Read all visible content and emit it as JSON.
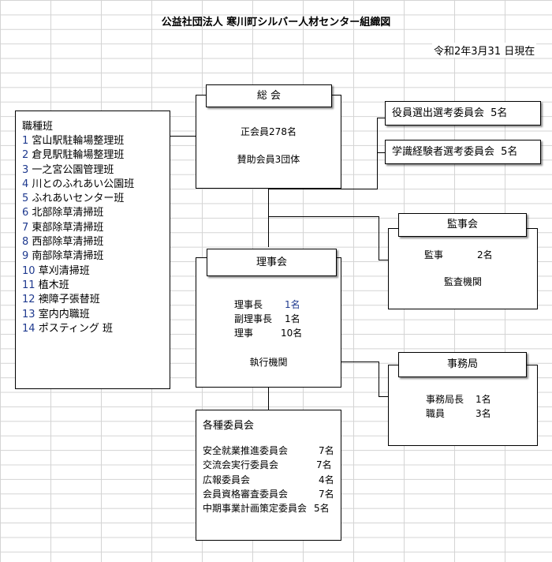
{
  "title": "公益社団法人 寒川町シルバー人材センター組織図",
  "date": "令和2年3月31 日現在",
  "general_meeting": {
    "label": "総 会",
    "members": "正会員278名",
    "supporting": "賛助会員3団体"
  },
  "committees_top": [
    {
      "name": "役員選出選考委員会",
      "count": "5名"
    },
    {
      "name": "学識経験者選考委員会",
      "count": "5名"
    }
  ],
  "auditors": {
    "label": "監事会",
    "role": "監事",
    "count": "2名",
    "organ": "監査機関"
  },
  "board": {
    "label": "理事会",
    "members": [
      {
        "role": "理事長",
        "count": "1名"
      },
      {
        "role": "副理事長",
        "count": "1名"
      },
      {
        "role": "理事",
        "count": "10名"
      }
    ],
    "organ": "執行機関"
  },
  "secretariat": {
    "label": "事務局",
    "members": [
      {
        "role": "事務局長",
        "count": "1名"
      },
      {
        "role": "職員",
        "count": "3名"
      }
    ]
  },
  "job_groups": {
    "heading": "職種班",
    "items": [
      {
        "num": "1",
        "name": "宮山駅駐輪場整理班"
      },
      {
        "num": "2",
        "name": "倉見駅駐輪場整理班"
      },
      {
        "num": "3",
        "name": "一之宮公園管理班"
      },
      {
        "num": "4",
        "name": "川とのふれあい公園班"
      },
      {
        "num": "5",
        "name": "ふれあいセンター班"
      },
      {
        "num": "6",
        "name": "北部除草清掃班"
      },
      {
        "num": "7",
        "name": "東部除草清掃班"
      },
      {
        "num": "8",
        "name": "西部除草清掃班"
      },
      {
        "num": "9",
        "name": "南部除草清掃班"
      },
      {
        "num": "10",
        "name": "草刈清掃班"
      },
      {
        "num": "11",
        "name": "植木班"
      },
      {
        "num": "12",
        "name": "襖障子張替班"
      },
      {
        "num": "13",
        "name": "室内内職班"
      },
      {
        "num": "14",
        "name": "ポスティング 班"
      }
    ]
  },
  "committees": {
    "heading": "各種委員会",
    "items": [
      {
        "name": "安全就業推進委員会",
        "count": "7名"
      },
      {
        "name": "交流会実行委員会",
        "count": "7名"
      },
      {
        "name": "広報委員会",
        "count": "4名"
      },
      {
        "name": "会員資格審査委員会",
        "count": "7名"
      },
      {
        "name": "中期事業計画策定委員会",
        "count": "5名"
      }
    ]
  }
}
